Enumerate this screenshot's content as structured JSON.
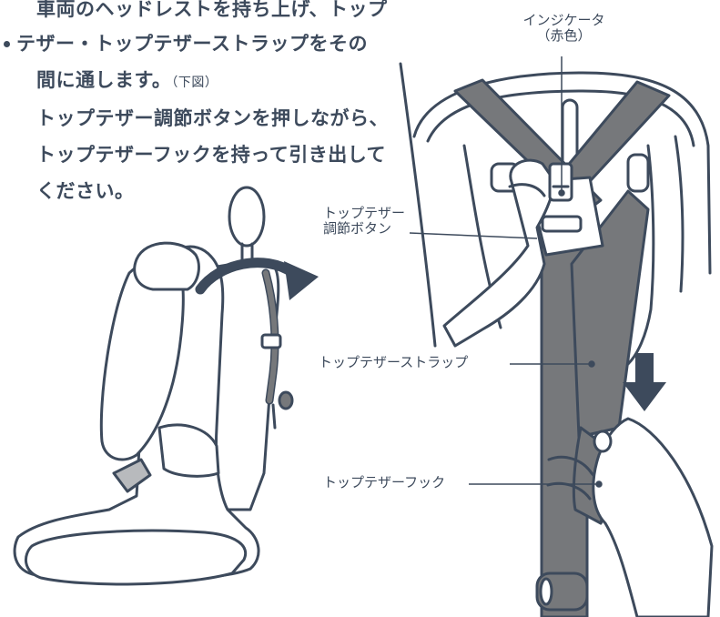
{
  "instructions": {
    "line1": "車両のヘッドレストを持ち上げ、トップ",
    "line2": "テザー・トップテザーストラップをその",
    "line3_main": "間に通します。",
    "line3_note": "（下図）",
    "line4": "トップテザー調節ボタンを押しながら、",
    "line5": "トップテザーフックを持って引き出して",
    "line6": "ください。"
  },
  "labels": {
    "indicator_line1": "インジケータ",
    "indicator_line2": "（赤色）",
    "adjust_button_line1": "トップテザー",
    "adjust_button_line2": "調節ボタン",
    "strap": "トップテザーストラップ",
    "hook": "トップテザーフック"
  },
  "colors": {
    "ink": "#3d4a5c",
    "strap": "#76787b",
    "seat_fill": "#ffffff"
  }
}
